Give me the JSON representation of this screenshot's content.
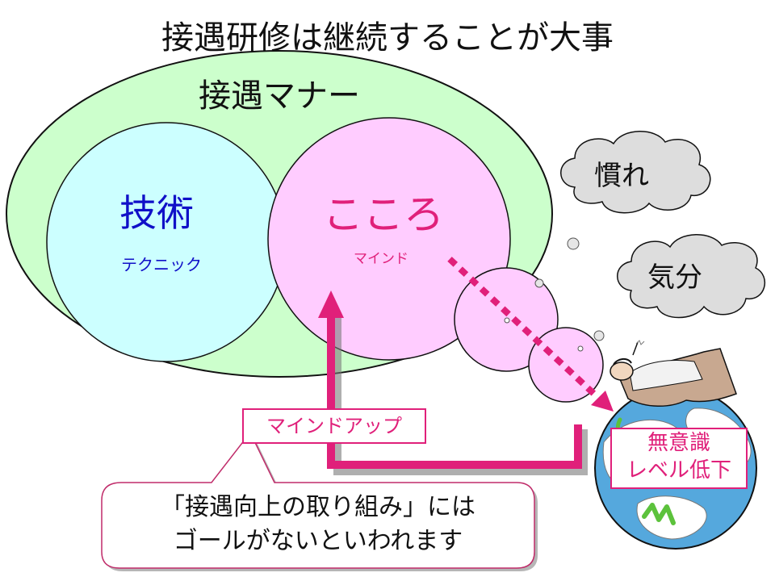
{
  "title": "接遇研修は継続することが大事",
  "outer": {
    "label": "接遇マナー"
  },
  "left_circle": {
    "label": "技術",
    "sublabel": "テクニック"
  },
  "right_circle": {
    "label": "こころ",
    "sublabel": "マインド"
  },
  "clouds": {
    "top": "慣れ",
    "bottom": "気分"
  },
  "boxes": {
    "mind_up": "マインドアップ",
    "unconscious_line1": "無意識",
    "unconscious_line2": "レベル低下"
  },
  "callout": {
    "line1": "「接遇向上の取り組み」には",
    "line2": "ゴールがないといわれます"
  },
  "colors": {
    "outer_fill": "#ccffcc",
    "left_fill": "#ccffff",
    "right_fill": "#ffccff",
    "accent": "#e0207a",
    "left_text": "#1010c8",
    "cloud_fill": "#dddddd"
  }
}
